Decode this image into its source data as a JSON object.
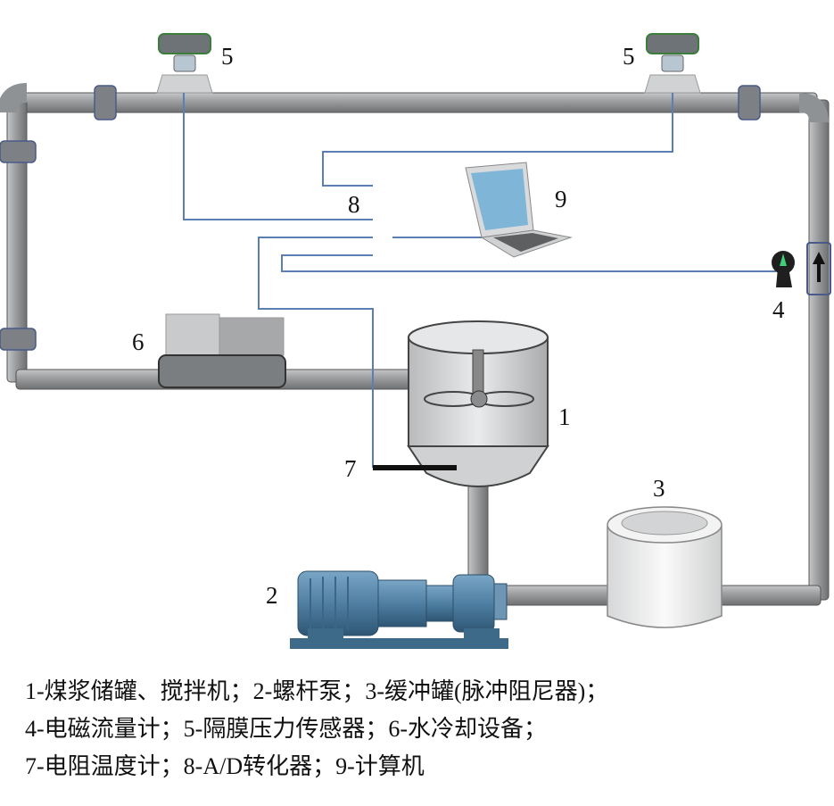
{
  "labels": {
    "sensor_left": "5",
    "sensor_right": "5",
    "ad_converter": "8",
    "computer": "9",
    "flowmeter": "4",
    "cooler": "6",
    "tank": "1",
    "thermometer": "7",
    "buffer": "3",
    "pump": "2"
  },
  "legend": {
    "line1": "1-煤浆储罐、搅拌机；2-螺杆泵；3-缓冲罐(脉冲阻尼器)；",
    "line2": "4-电磁流量计；5-隔膜压力传感器；6-水冷却设备；",
    "line3": "7-电阻温度计；8-A/D转化器；9-计算机"
  },
  "colors": {
    "pipe": "#8f9294",
    "wire": "#5b7fb3",
    "pump_blue": "#4f7fa3"
  }
}
